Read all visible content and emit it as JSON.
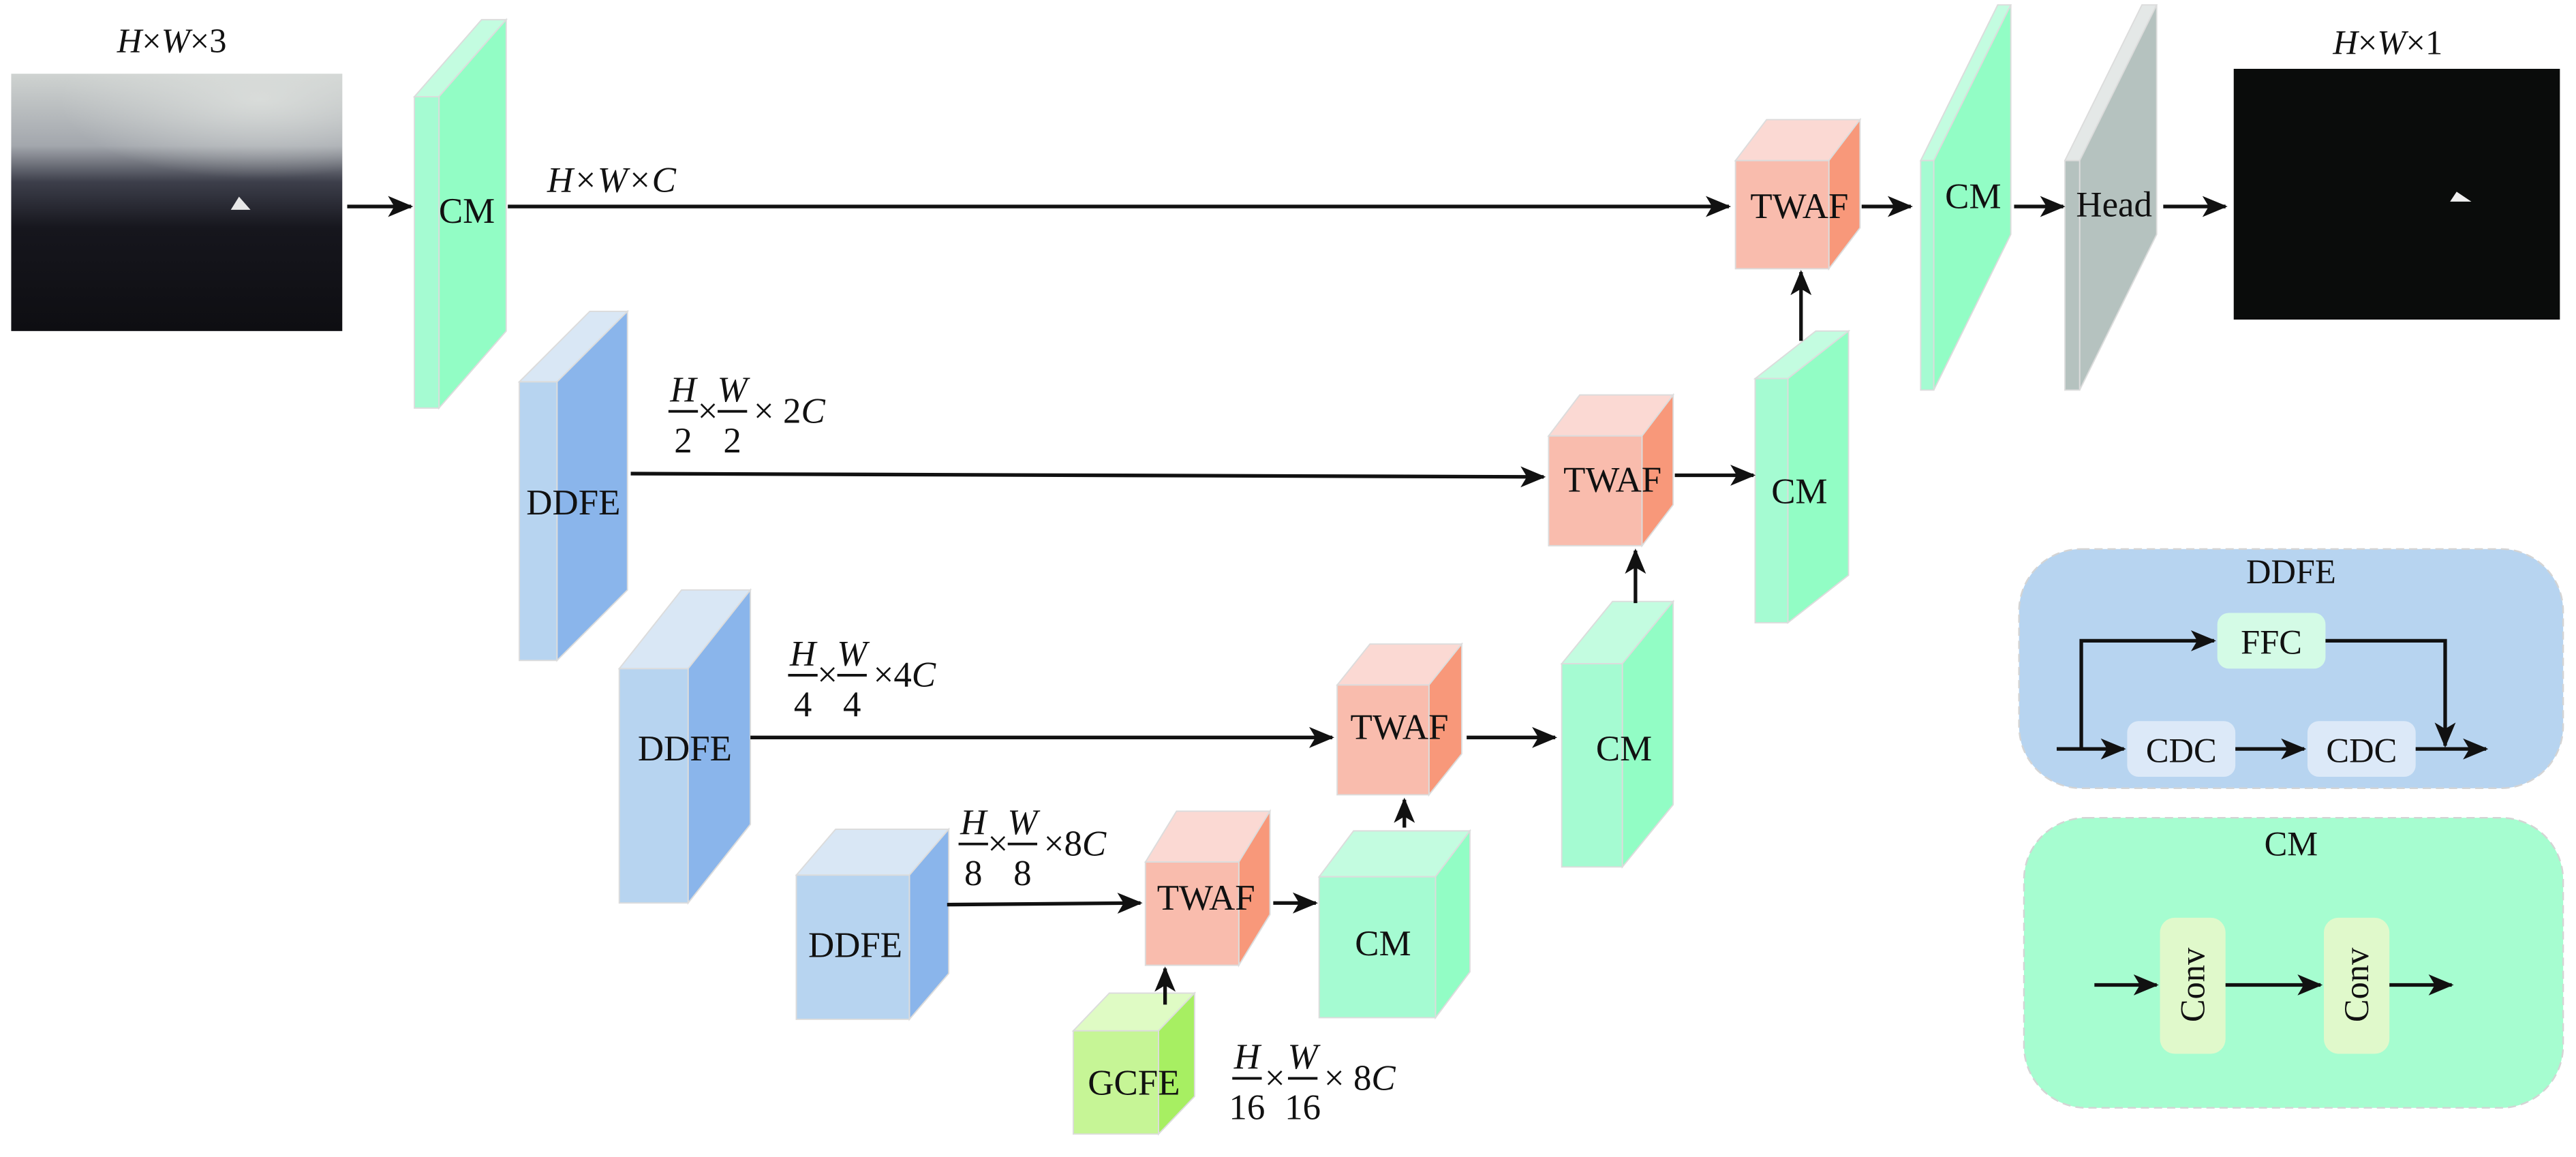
{
  "figure": {
    "input": {
      "label": "H×W×3",
      "name_parts": [
        "H",
        "×",
        "W",
        "×3"
      ]
    },
    "output": {
      "label": "H×W×1",
      "name_parts": [
        "H",
        "×",
        "W",
        "×1"
      ]
    },
    "encoder": {
      "cm_top": {
        "label": "CM"
      },
      "ddfe_1": {
        "label": "DDFE"
      },
      "ddfe_2": {
        "label": "DDFE"
      },
      "ddfe_3": {
        "label": "DDFE"
      },
      "gcfe": {
        "label": "GCFE"
      }
    },
    "decoder": {
      "twaf_0": {
        "label": "TWAF"
      },
      "twaf_1": {
        "label": "TWAF"
      },
      "twaf_2": {
        "label": "TWAF"
      },
      "twaf_3": {
        "label": "TWAF"
      },
      "cm_0": {
        "label": "CM"
      },
      "cm_1": {
        "label": "CM"
      },
      "cm_2": {
        "label": "CM"
      },
      "cm_3": {
        "label": "CM"
      },
      "head": {
        "label": "Head"
      }
    },
    "dims": {
      "level0": {
        "text": "H×W×C"
      },
      "level1": {
        "num1": "H",
        "den1": "2",
        "num2": "W",
        "den2": "2",
        "tail": "× 2C",
        "times": "×"
      },
      "level2": {
        "num1": "H",
        "den1": "4",
        "num2": "W",
        "den2": "4",
        "tail": "×4C",
        "times": "×"
      },
      "level3": {
        "num1": "H",
        "den1": "8",
        "num2": "W",
        "den2": "8",
        "tail": "×8C",
        "times": "×"
      },
      "gcfe": {
        "num1": "H",
        "den1": "16",
        "num2": "W",
        "den2": "16",
        "tail": "× 8C",
        "times": "×"
      }
    },
    "legend_ddfe": {
      "title": "DDFE",
      "blocks": [
        "FFC",
        "CDC",
        "CDC"
      ]
    },
    "legend_cm": {
      "title": "CM",
      "blocks": [
        "Conv",
        "Conv"
      ]
    },
    "colors": {
      "cm_front": "#a5fbd2",
      "cm_side": "#92fdc5",
      "cm_top": "#c3fce0",
      "ddfe_front": "#b7d4f0",
      "ddfe_side": "#8ab5eb",
      "ddfe_top": "#d9e7f5",
      "twaf_front": "#f9bcad",
      "twaf_side": "#f8987a",
      "twaf_top": "#fbd9d3",
      "gcfe_front": "#c6f596",
      "gcfe_side": "#a7ef62",
      "gcfe_top": "#dffbc4",
      "head_front": "#b5c2bf",
      "head_top": "#e4e8e7",
      "legend_ddfe_bg": "#b7d4f0",
      "legend_cm_bg": "#a6fdd0",
      "ffc_bg": "#d4fbe6",
      "cdc_bg": "#dce9f8",
      "conv_bg": "#e0f9cb"
    }
  }
}
